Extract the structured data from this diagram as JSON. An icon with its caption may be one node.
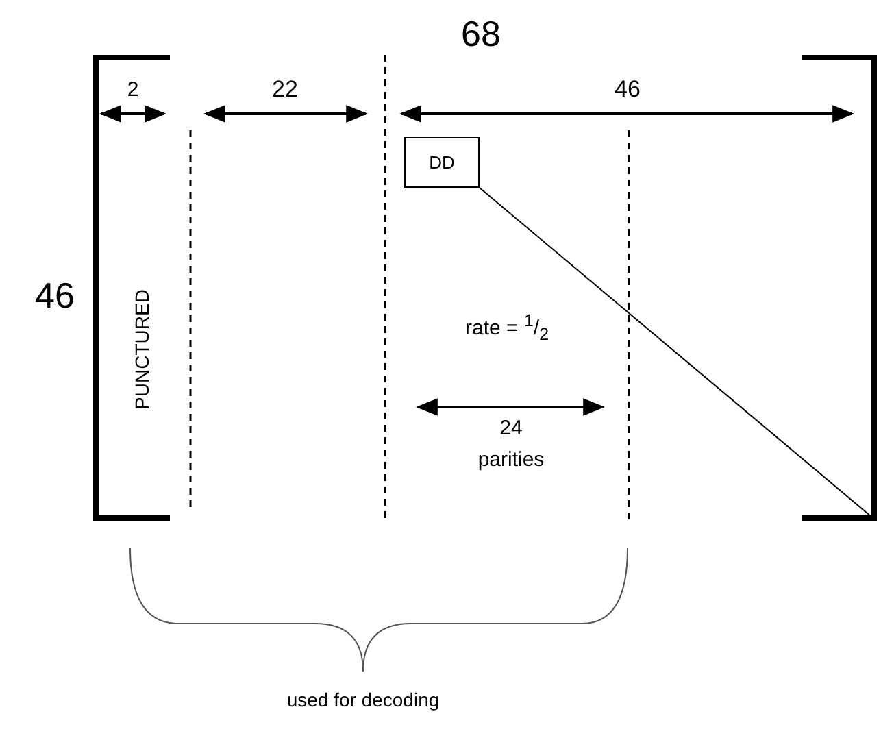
{
  "diagram": {
    "nodes": [
      {
        "text": [
          "DD"
        ]
      }
    ],
    "labels": [
      "68",
      "2",
      "22",
      "46",
      "46",
      "PUNCTURED",
      "rate = $^{1}$/$_{2}$",
      "24",
      "parities",
      "used for decoding"
    ]
  }
}
